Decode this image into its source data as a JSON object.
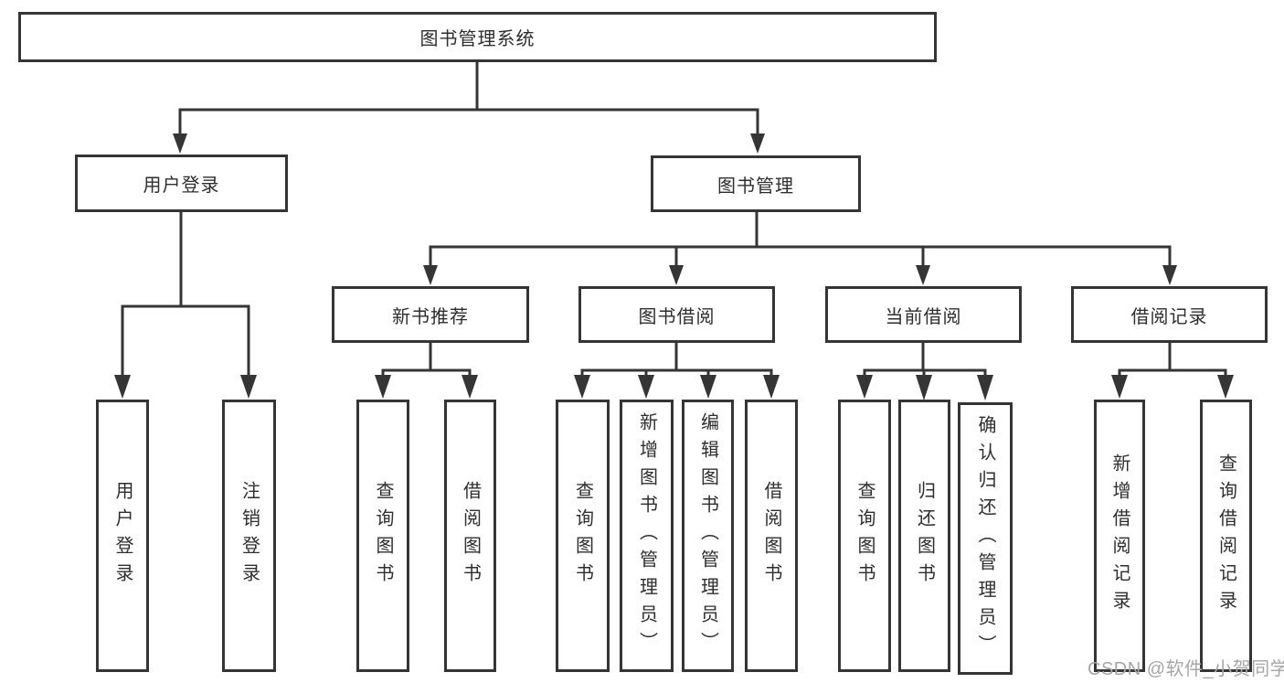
{
  "diagram": {
    "root": {
      "label": "图书管理系统"
    },
    "level2": [
      {
        "label": "用户登录"
      },
      {
        "label": "图书管理"
      }
    ],
    "level3": [
      {
        "label": "新书推荐",
        "parent": "图书管理"
      },
      {
        "label": "图书借阅",
        "parent": "图书管理"
      },
      {
        "label": "当前借阅",
        "parent": "图书管理"
      },
      {
        "label": "借阅记录",
        "parent": "图书管理"
      }
    ],
    "leaves": [
      {
        "label": "用户登录",
        "parent": "用户登录"
      },
      {
        "label": "注销登录",
        "parent": "用户登录"
      },
      {
        "label": "查询图书",
        "parent": "新书推荐"
      },
      {
        "label": "借阅图书",
        "parent": "新书推荐"
      },
      {
        "label": "查询图书",
        "parent": "图书借阅"
      },
      {
        "label": "新增图书（管理员）",
        "parent": "图书借阅"
      },
      {
        "label": "编辑图书（管理员）",
        "parent": "图书借阅"
      },
      {
        "label": "借阅图书",
        "parent": "图书借阅"
      },
      {
        "label": "查询图书",
        "parent": "当前借阅"
      },
      {
        "label": "归还图书",
        "parent": "当前借阅"
      },
      {
        "label": "确认归还（管理员）",
        "parent": "当前借阅"
      },
      {
        "label": "新增借阅记录",
        "parent": "借阅记录"
      },
      {
        "label": "查询借阅记录",
        "parent": "借阅记录"
      }
    ],
    "colors": {
      "line": "#353535",
      "text": "#2e2e2e",
      "background": "#ffffff",
      "watermark_text": "#a6a6a6"
    }
  },
  "watermark": {
    "text": "CSDN @软件_小贺同学"
  }
}
